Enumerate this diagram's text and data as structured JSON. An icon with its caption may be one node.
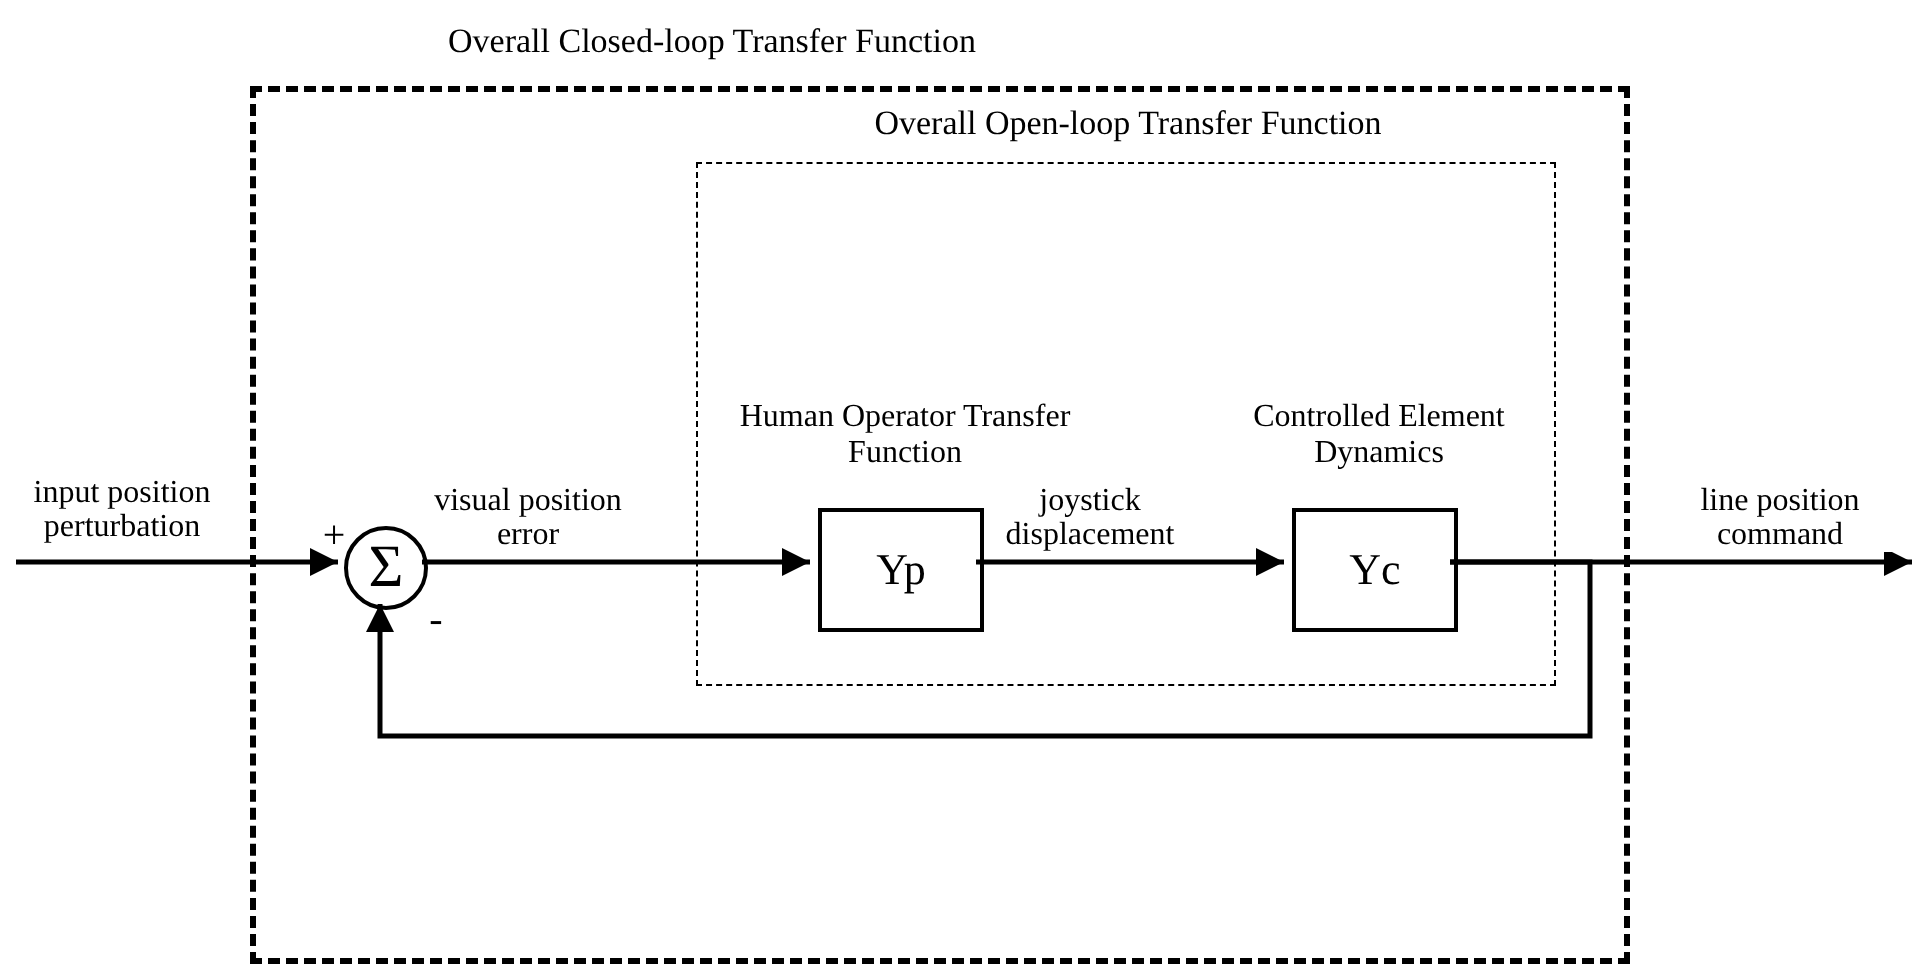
{
  "diagram": {
    "nodes": [
      {
        "text": [
          "Overall Closed-loop Transfer Function"
        ]
      },
      {
        "text": [
          "Overall Open-loop Transfer Function"
        ],
        "in": 0
      },
      {
        "text": [
          "Σ"
        ],
        "in": 0,
        "beside": [
          "+",
          "-"
        ]
      },
      {
        "text": [
          "Yp"
        ],
        "in": 1,
        "beside": [
          "Human Operator Transfer Function"
        ]
      },
      {
        "text": [
          "Yc"
        ],
        "in": 1,
        "beside": [
          "Controlled Element Dynamics"
        ]
      }
    ],
    "edges": [
      {
        "from": null,
        "to": 2,
        "arrow": "to",
        "label": "input position perturbation"
      },
      {
        "from": 2,
        "to": 3,
        "arrow": "to",
        "label": "visual position error"
      },
      {
        "from": 3,
        "to": 4,
        "arrow": "to",
        "label": "joystick displacement"
      },
      {
        "from": 4,
        "to": null,
        "arrow": "to",
        "label": "line position command"
      },
      {
        "from": 4,
        "to": 2,
        "arrow": "to"
      }
    ]
  }
}
